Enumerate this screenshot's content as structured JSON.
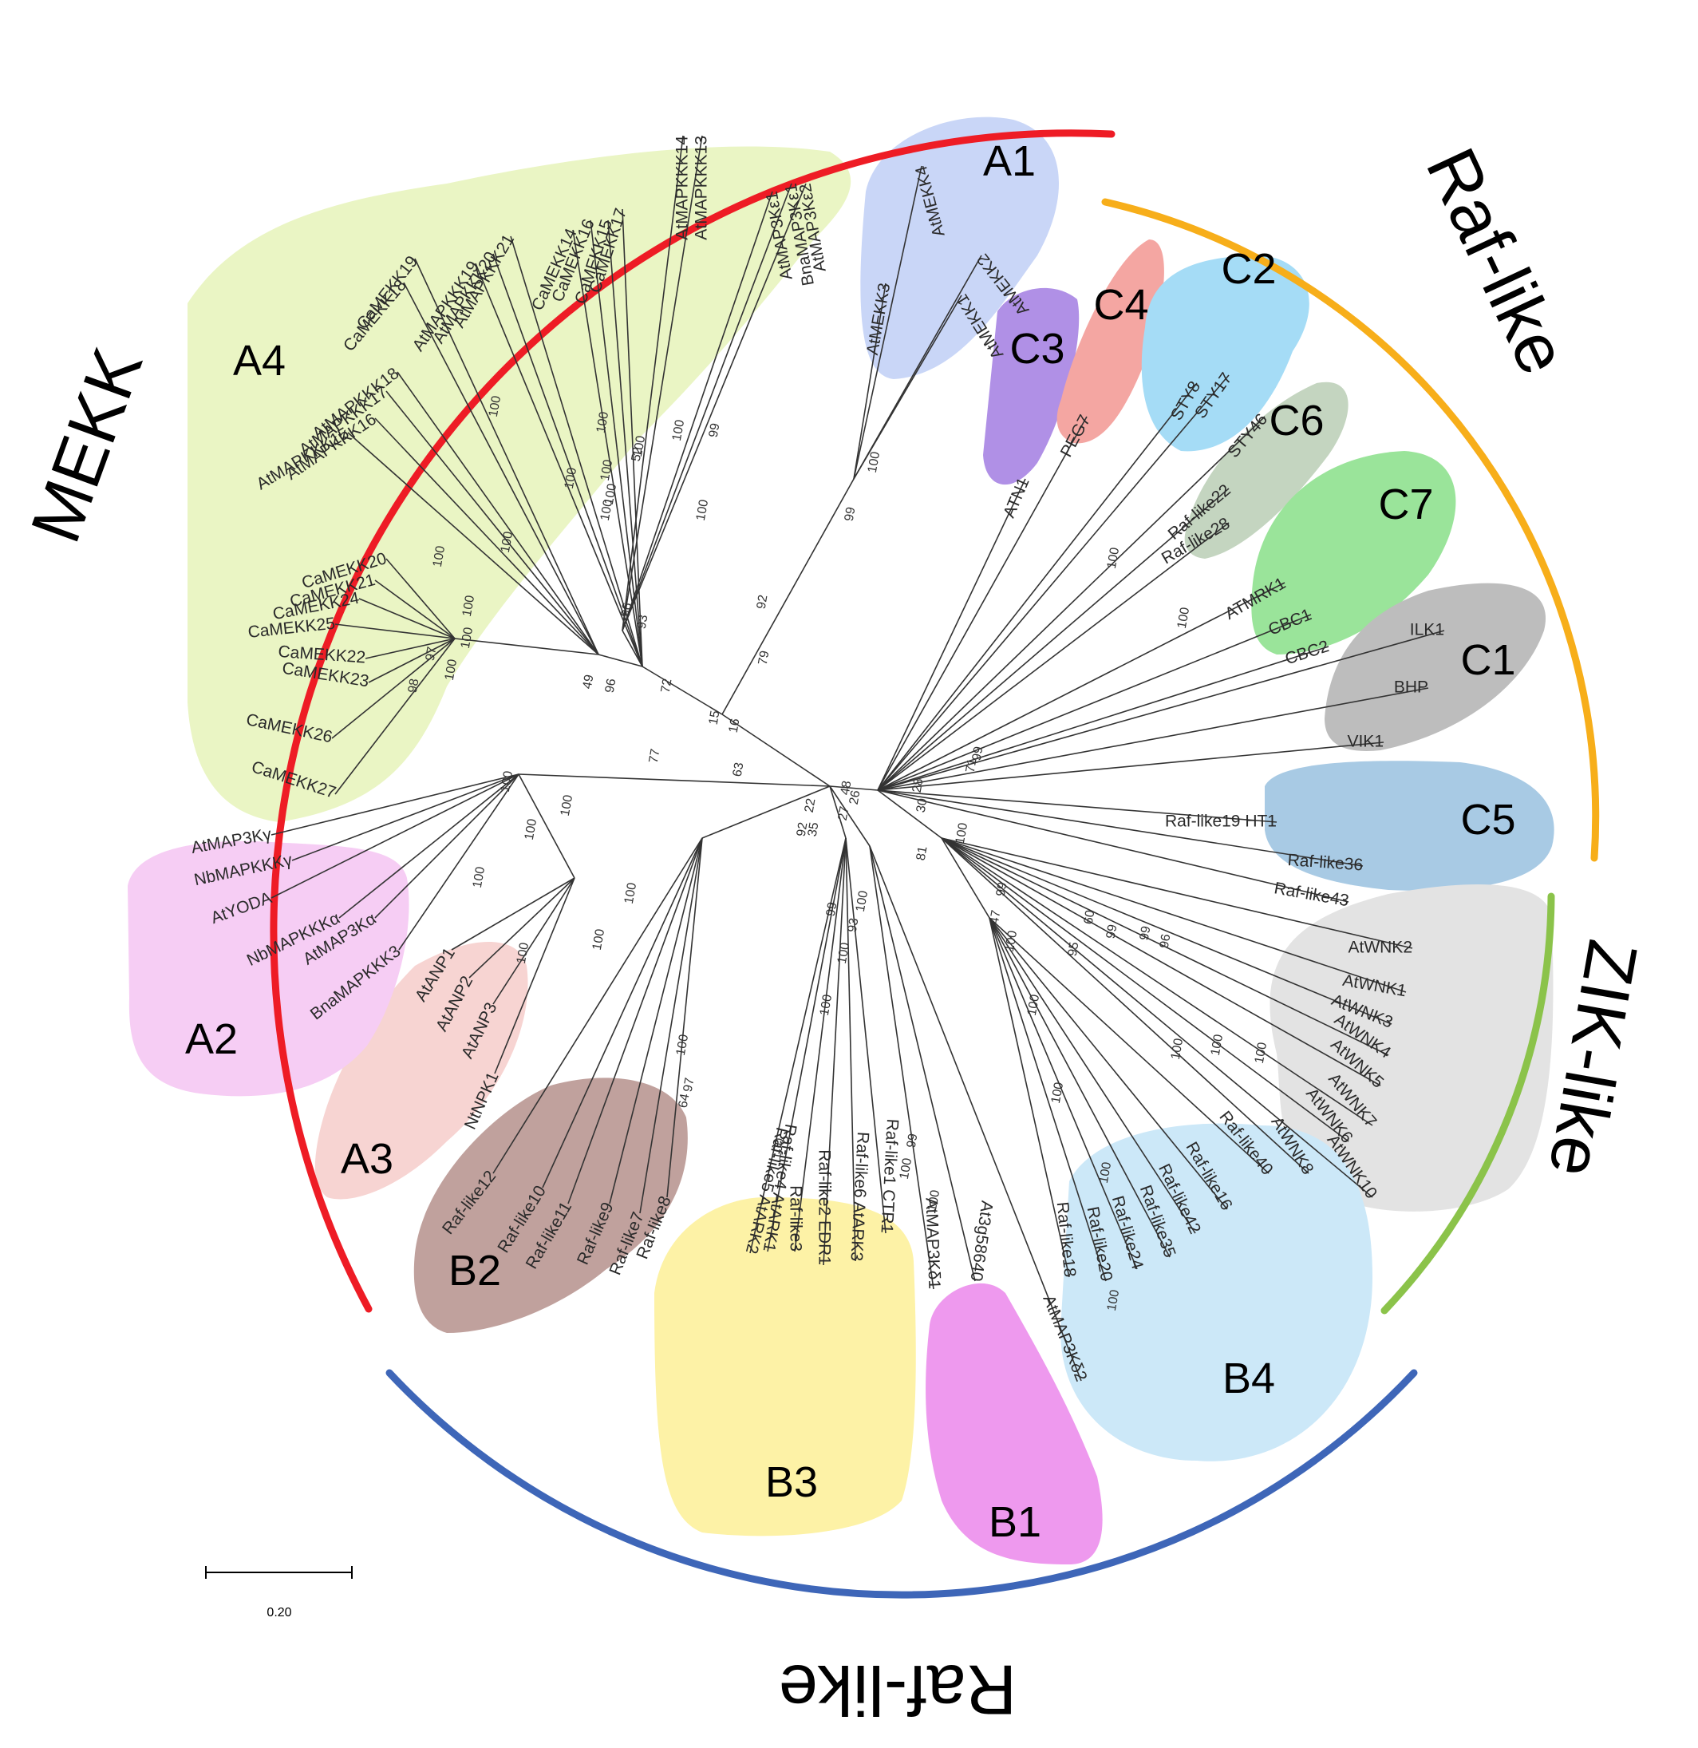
{
  "families": [
    {
      "id": "mekk",
      "label": "MEKK",
      "color": "#ee1c25"
    },
    {
      "id": "raf-top",
      "label": "Raf-like",
      "color": "#f7ae1a"
    },
    {
      "id": "zik",
      "label": "ZIK-like",
      "color": "#8bc34a"
    },
    {
      "id": "raf-bottom",
      "label": "Raf-like",
      "color": "#3e66b8"
    }
  ],
  "groups": [
    {
      "label": "A1",
      "color": "#c9d6f7"
    },
    {
      "label": "A2",
      "color": "#f6cdf4"
    },
    {
      "label": "A3",
      "color": "#f7d4d2"
    },
    {
      "label": "A4",
      "color": "#eaf5c4"
    },
    {
      "label": "B1",
      "color": "#ee99ee"
    },
    {
      "label": "B2",
      "color": "#c0a19d"
    },
    {
      "label": "B3",
      "color": "#fdf2a6"
    },
    {
      "label": "B4",
      "color": "#cce8f8"
    },
    {
      "label": "C1",
      "color": "#bdbdbd"
    },
    {
      "label": "C2",
      "color": "#a5dcf6"
    },
    {
      "label": "C3",
      "color": "#b090e6"
    },
    {
      "label": "C4",
      "color": "#f4a6a2"
    },
    {
      "label": "C5",
      "color": "#a8cae4"
    },
    {
      "label": "C6",
      "color": "#c4d5c0"
    },
    {
      "label": "C7",
      "color": "#9ae49a"
    }
  ],
  "leaves": {
    "A1": [
      "AtMEKK4",
      "AtMEKK3",
      "AtMEKK2",
      "AtMEKK1"
    ],
    "A2": [
      "AtMAP3Kγ",
      "NbMAPKKKγ",
      "AtYODA",
      "NbMAPKKKα",
      "AtMAP3Kα",
      "BnaMAPKKK3"
    ],
    "A3": [
      "AtANP1",
      "AtANP2",
      "AtANP3",
      "NtNPK1"
    ],
    "A4": [
      "AtMAPKKK13",
      "AtMAPKKK14",
      "AtMAP3Kε2",
      "BnaMAP3Kε1",
      "AtMAP3Kε1",
      "CaMEKK17",
      "CaMEKK15",
      "CaMEKK16",
      "CaMEKK14",
      "AtMAPKKK21",
      "AtMAPKKK20",
      "AtMAPKKK19",
      "CaMEKK19",
      "CaMEKK18",
      "AtMAPKKK18",
      "AtMAPKKK17",
      "AtMAPKKK16",
      "AtMAPKKK15",
      "CaMEKK20",
      "CaMEKK21",
      "CaMEKK24",
      "CaMEKK25",
      "CaMEKK22",
      "CaMEKK23",
      "CaMEKK26",
      "CaMEKK27"
    ],
    "B1": [
      "At3g58640",
      "AtMAP3Kδ1",
      "AtMAP3Kδ2"
    ],
    "B2": [
      "Raf-like12",
      "Raf-like10",
      "Raf-like11",
      "Raf-like9",
      "Raf-like7",
      "Raf-like8"
    ],
    "B3": [
      "Raf-like5 AtARK2",
      "Raf-like4 AtARK1",
      "Raf-like3",
      "Raf-like2 EDR1",
      "Raf-like6 AtARK3",
      "Raf-like1 CTR1"
    ],
    "B4": [
      "Raf-like18",
      "Raf-like20",
      "Raf-like24",
      "Raf-like35",
      "Raf-like42",
      "Raf-like16",
      "Raf-like40"
    ],
    "C1": [
      "ILK1",
      "BHP",
      "VIK1"
    ],
    "C2": [
      "STY8",
      "STY17",
      "STY46"
    ],
    "C3": [
      "ATN1"
    ],
    "C4": [
      "PEG7"
    ],
    "C5": [
      "Raf-like19 HT1",
      "Raf-like36",
      "Raf-like43"
    ],
    "C6": [
      "Raf-like22",
      "Raf-like28"
    ],
    "C7": [
      "ATMRK1",
      "CBC1",
      "CBC2"
    ],
    "ZIK": [
      "AtWNK2",
      "AtWNK1",
      "AtWNK3",
      "AtWNK4",
      "AtWNK5",
      "AtWNK7",
      "AtWNK6",
      "AtWNK10",
      "AtWNK8"
    ]
  },
  "bootstrap": [
    "100",
    "99",
    "92",
    "79",
    "100",
    "100",
    "99",
    "100",
    "100",
    "100",
    "52",
    "100",
    "100",
    "96",
    "93",
    "100",
    "100",
    "100",
    "100",
    "100",
    "100",
    "97",
    "100",
    "98",
    "49",
    "96",
    "72",
    "15",
    "16",
    "77",
    "63",
    "100",
    "100",
    "100",
    "100",
    "100",
    "100",
    "92",
    "100",
    "100",
    "97",
    "64",
    "22",
    "35",
    "27",
    "99",
    "100",
    "93",
    "100",
    "100",
    "99",
    "100",
    "100",
    "48",
    "26",
    "30",
    "28",
    "71",
    "100",
    "100",
    "99",
    "100",
    "81",
    "99",
    "47",
    "100",
    "100",
    "100",
    "100",
    "100",
    "60",
    "95",
    "99",
    "99",
    "96",
    "100",
    "100",
    "100",
    "100"
  ],
  "scale_bar": {
    "label": "0.20"
  }
}
